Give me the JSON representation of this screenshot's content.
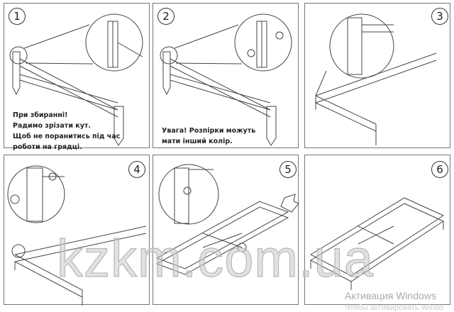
{
  "steps": [
    {
      "number": "1",
      "note": "При збиранні!\nРадимо зрізати кут.\nЩоб не поранитись під час\nроботи на грядці."
    },
    {
      "number": "2",
      "note": "Увага! Розпірки можуть\nмати інший колір."
    },
    {
      "number": "3"
    },
    {
      "number": "4"
    },
    {
      "number": "5"
    },
    {
      "number": "6"
    }
  ],
  "watermark": "kzkm.com.ua",
  "activation": {
    "title": "Активация Windows",
    "subtitle": "Чтобы активировать Windo"
  }
}
